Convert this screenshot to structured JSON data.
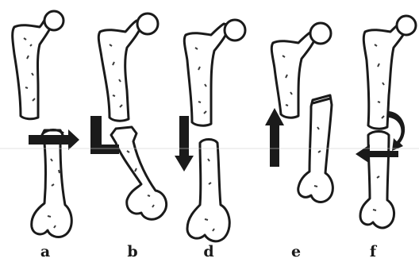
{
  "figure": {
    "panels": [
      {
        "label": "a",
        "arrow": "arrow-right"
      },
      {
        "label": "b",
        "arrow": "arrow-angled"
      },
      {
        "label": "d",
        "arrow": "arrow-down"
      },
      {
        "label": "e",
        "arrow": "arrow-up"
      },
      {
        "label": "f",
        "arrow": "arrow-rotation"
      }
    ],
    "colors": {
      "ink": "#1a1a1a",
      "bone_fill": "#ffffff",
      "texture": "#3a3a3a"
    }
  }
}
